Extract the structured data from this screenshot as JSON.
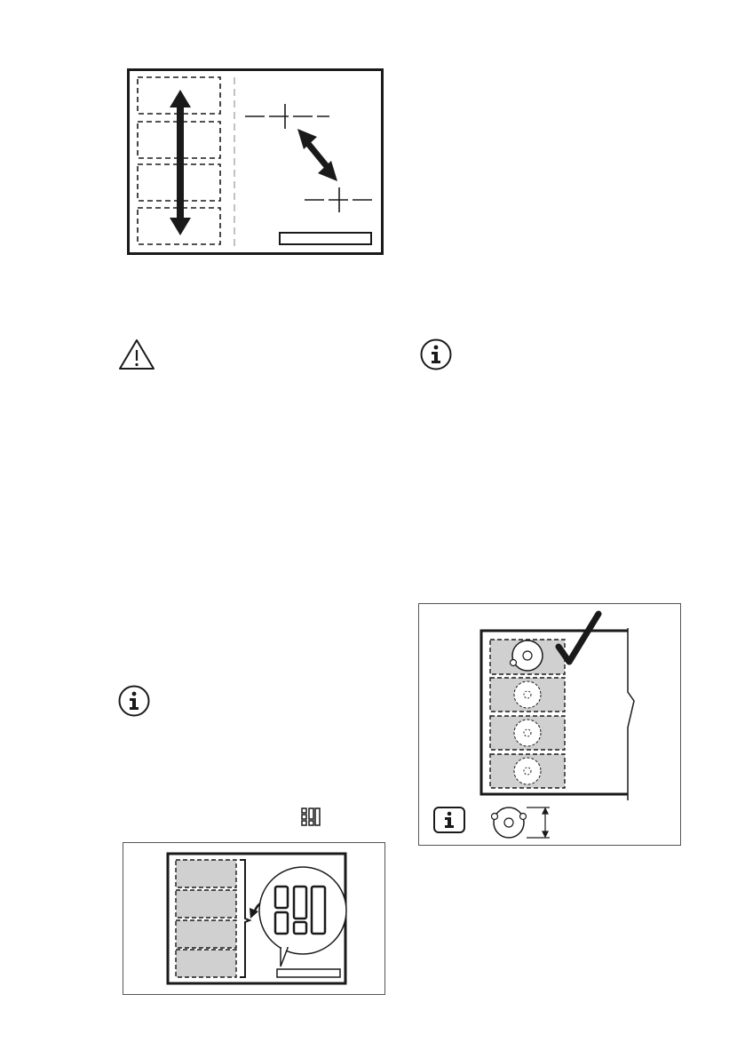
{
  "page": {
    "background": "#ffffff",
    "ink_color": "#1a1a1a",
    "zone_fill": "#d0d0d0"
  },
  "figures": {
    "hob_zones": {
      "zones": 4,
      "icons": [
        "double-arrow-vertical",
        "double-arrow-diagonal",
        "crosshair",
        "crosshair"
      ]
    },
    "warning": {
      "icon": "warning-triangle-icon"
    },
    "info_right": {
      "icon": "info-icon"
    },
    "info_left": {
      "icon": "info-icon"
    },
    "bridge_icon": {
      "icon": "zone-layout-icon"
    },
    "bridge_figure": {
      "zones": 4,
      "icons": [
        "bracket",
        "curved-arrow",
        "zone-layout-magnifier"
      ]
    },
    "pan_figure": {
      "zones": 4,
      "icons": [
        "checkmark-icon",
        "pan-icon",
        "info-icon",
        "dimension-arrow-icon"
      ]
    }
  }
}
